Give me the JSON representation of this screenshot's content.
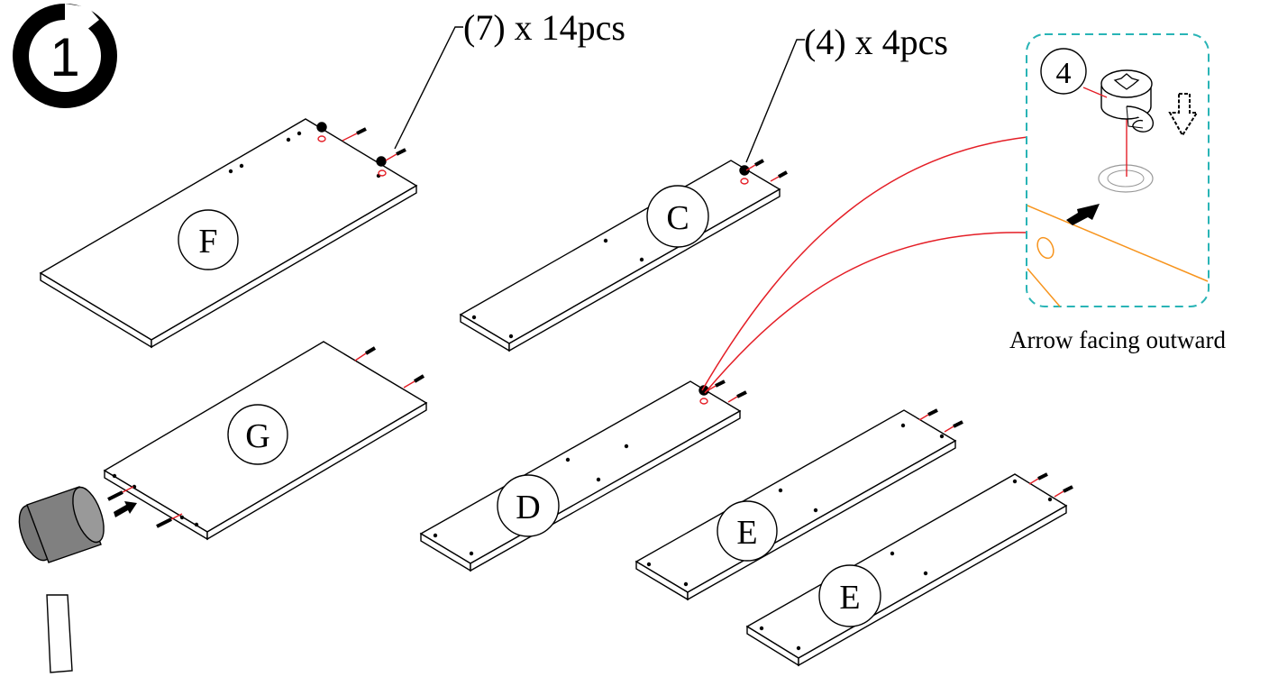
{
  "step": {
    "number": "1"
  },
  "callouts": {
    "part7": "(7) x 14pcs",
    "part4": "(4) x 4pcs"
  },
  "panels": {
    "F": "F",
    "C": "C",
    "G": "G",
    "D": "D",
    "E1": "E",
    "E2": "E"
  },
  "detail": {
    "badge": "4",
    "caption": "Arrow facing outward"
  },
  "colors": {
    "line": "#000000",
    "red": "#e41e26",
    "teal": "#29b4b6",
    "orange": "#f7941d",
    "hammer_head": "#808080"
  }
}
